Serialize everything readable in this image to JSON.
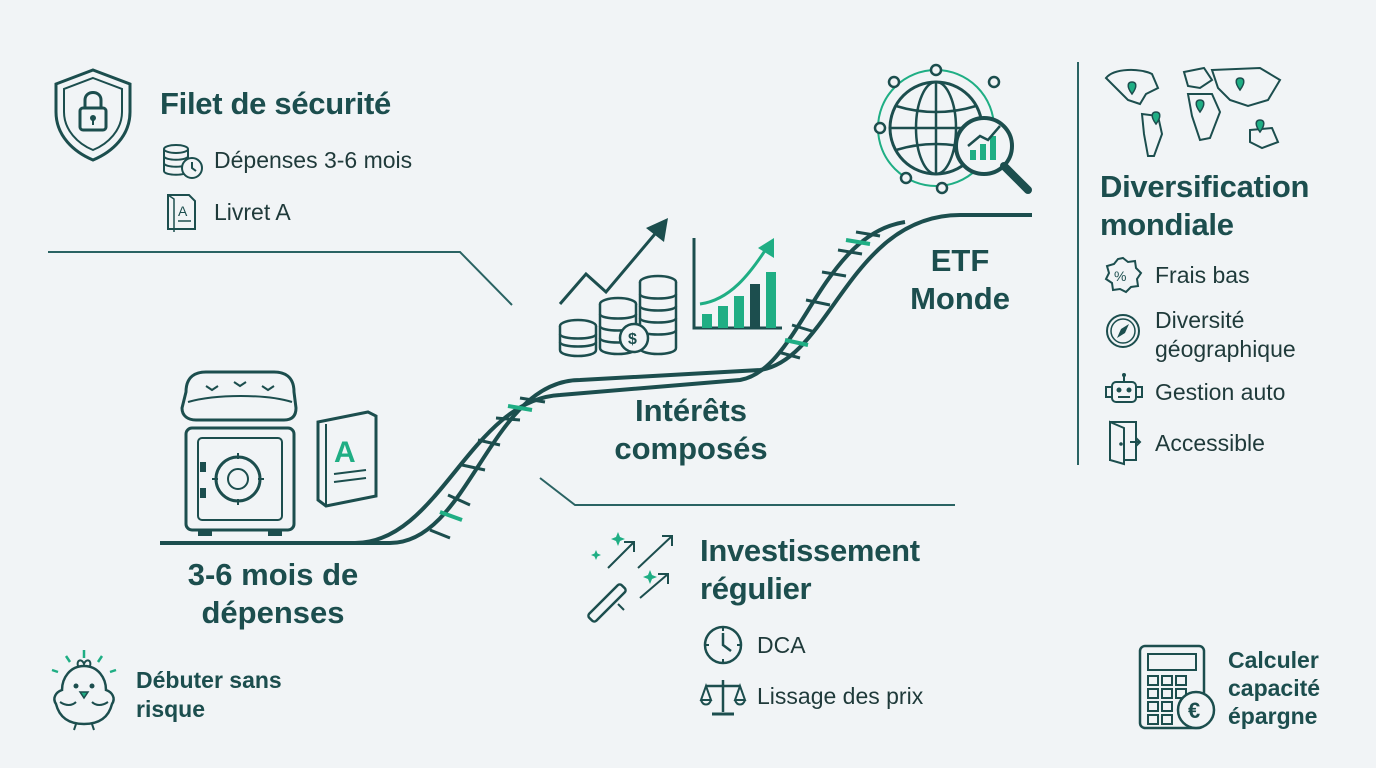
{
  "safety": {
    "title": "Filet de sécurité",
    "items": [
      {
        "label": "Dépenses 3-6 mois",
        "icon": "coins-clock-icon"
      },
      {
        "label": "Livret A",
        "icon": "passbook-icon"
      }
    ]
  },
  "stages": {
    "start": "3-6 mois de dépenses",
    "middle": "Intérêts composés",
    "end": "ETF Monde"
  },
  "diversification": {
    "title": "Diversification mondiale",
    "items": [
      {
        "label": "Frais bas",
        "icon": "percent-badge-icon"
      },
      {
        "label": "Diversité géographique",
        "icon": "compass-icon"
      },
      {
        "label": "Gestion auto",
        "icon": "robot-icon"
      },
      {
        "label": "Accessible",
        "icon": "open-door-icon"
      }
    ]
  },
  "regular": {
    "title": "Investissement régulier",
    "items": [
      {
        "label": "DCA",
        "icon": "clock-icon"
      },
      {
        "label": "Lissage des prix",
        "icon": "scales-icon"
      }
    ]
  },
  "footer": {
    "beginner": "Débuter sans risque",
    "calculator": "Calculer capacité épargne"
  },
  "colors": {
    "dark": "#1c4e4e",
    "accent": "#1fae84",
    "background": "#f1f4f6"
  }
}
